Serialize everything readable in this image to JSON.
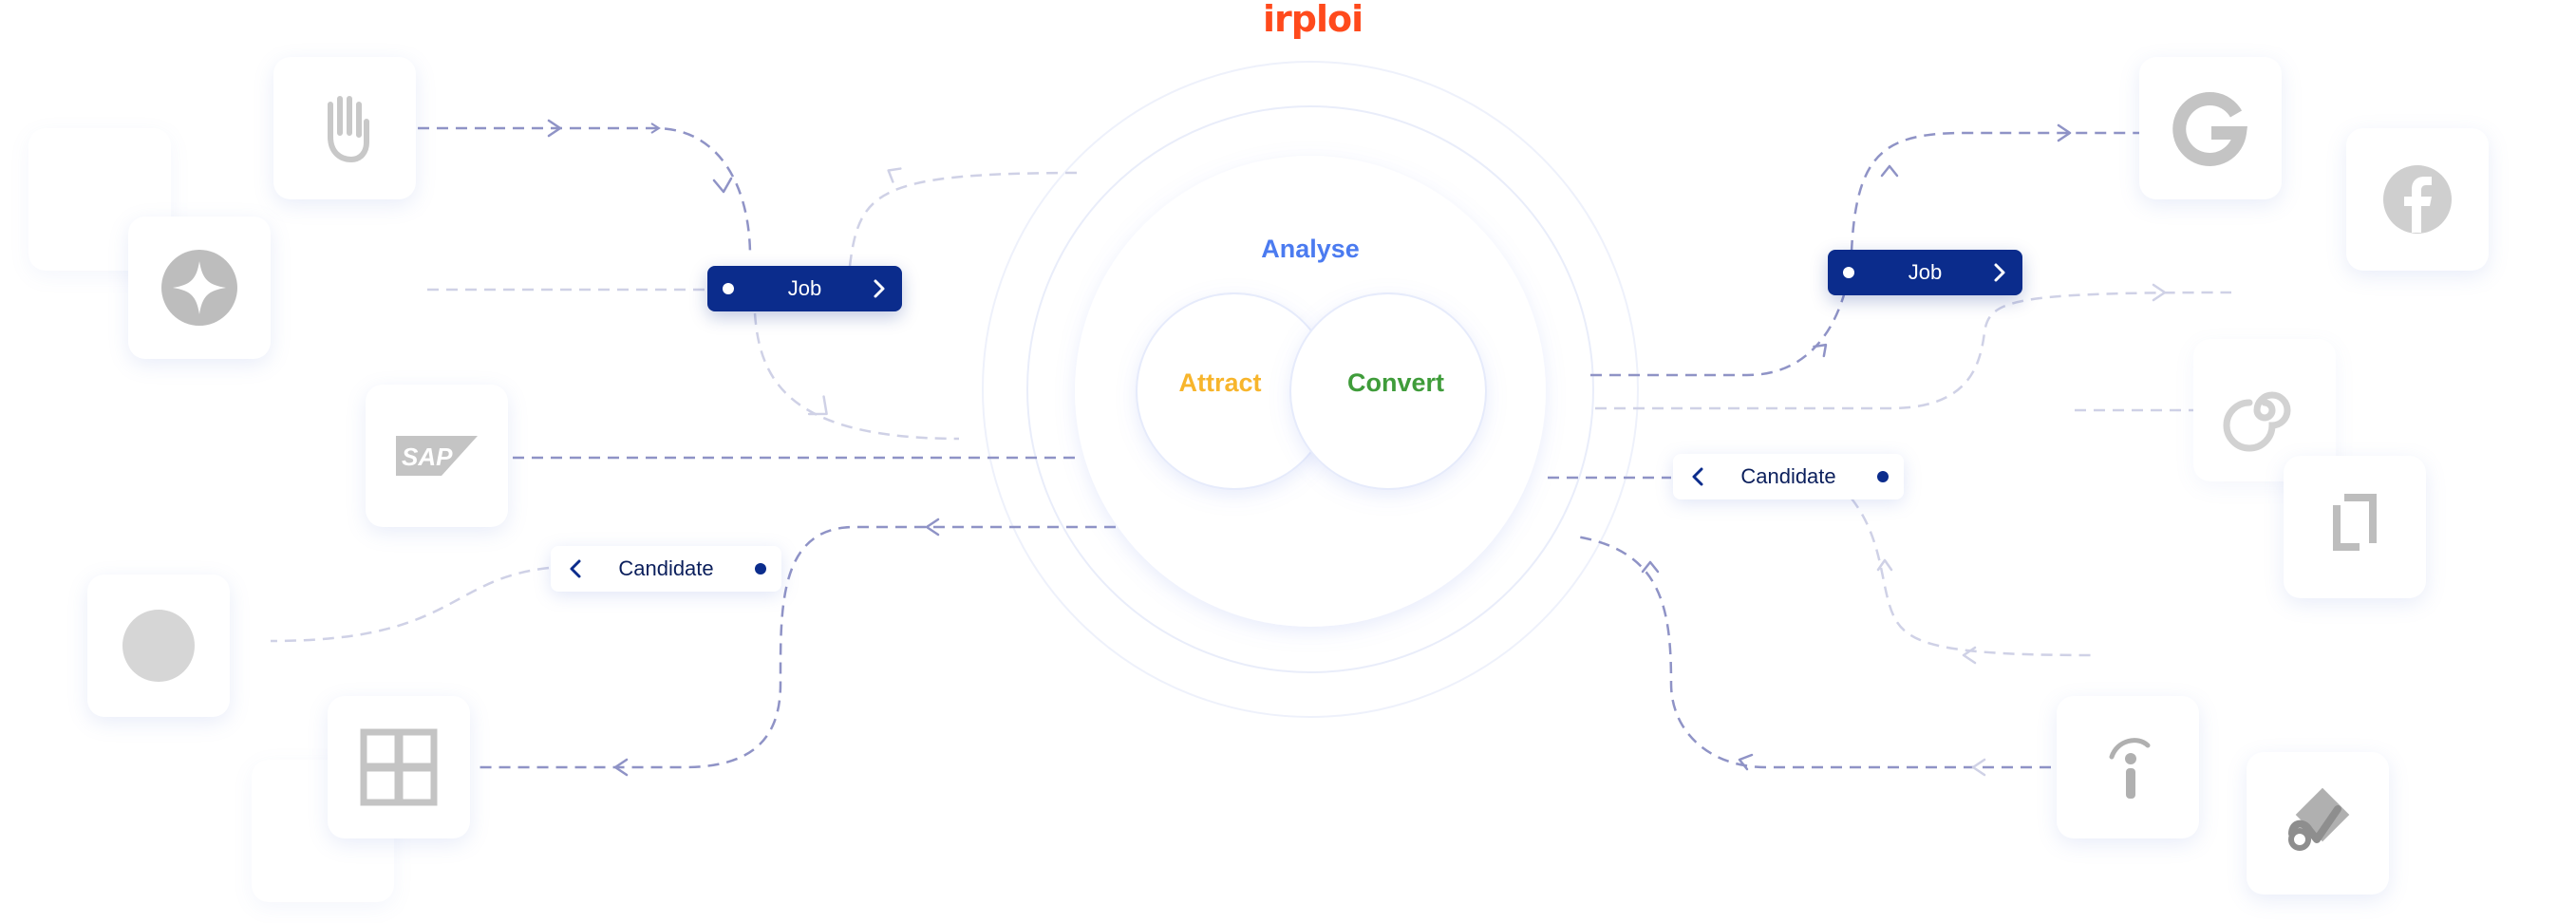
{
  "brand": {
    "name": "irploi",
    "color": "#ff4a1c"
  },
  "hub": {
    "outer_label": "Analyse",
    "left_label": "Attract",
    "right_label": "Convert",
    "colors": {
      "analyse": "#4b7bf0",
      "attract": "#f7b52c",
      "convert": "#3f9c3a"
    }
  },
  "pills": {
    "job_left": {
      "label": "Job",
      "style": "dark"
    },
    "job_right": {
      "label": "Job",
      "style": "dark"
    },
    "candidate_left": {
      "label": "Candidate",
      "style": "light"
    },
    "candidate_right": {
      "label": "Candidate",
      "style": "light"
    }
  },
  "icons": {
    "left": [
      "blank-icon",
      "hand-icon",
      "sparkle-star-icon",
      "sap-logo-icon",
      "gray-circle-icon",
      "blank-icon",
      "interlocked-squares-logo-icon"
    ],
    "right": [
      "google-logo-icon",
      "facebook-logo-icon",
      "spiral-logo-icon",
      "bracket-logo-icon",
      "info-i-logo-icon",
      "check-logo-icon"
    ]
  },
  "colors": {
    "pill_dark": "#0b2c8c",
    "connector": "#8f93c6",
    "connector_faint": "#cfd1e6"
  }
}
